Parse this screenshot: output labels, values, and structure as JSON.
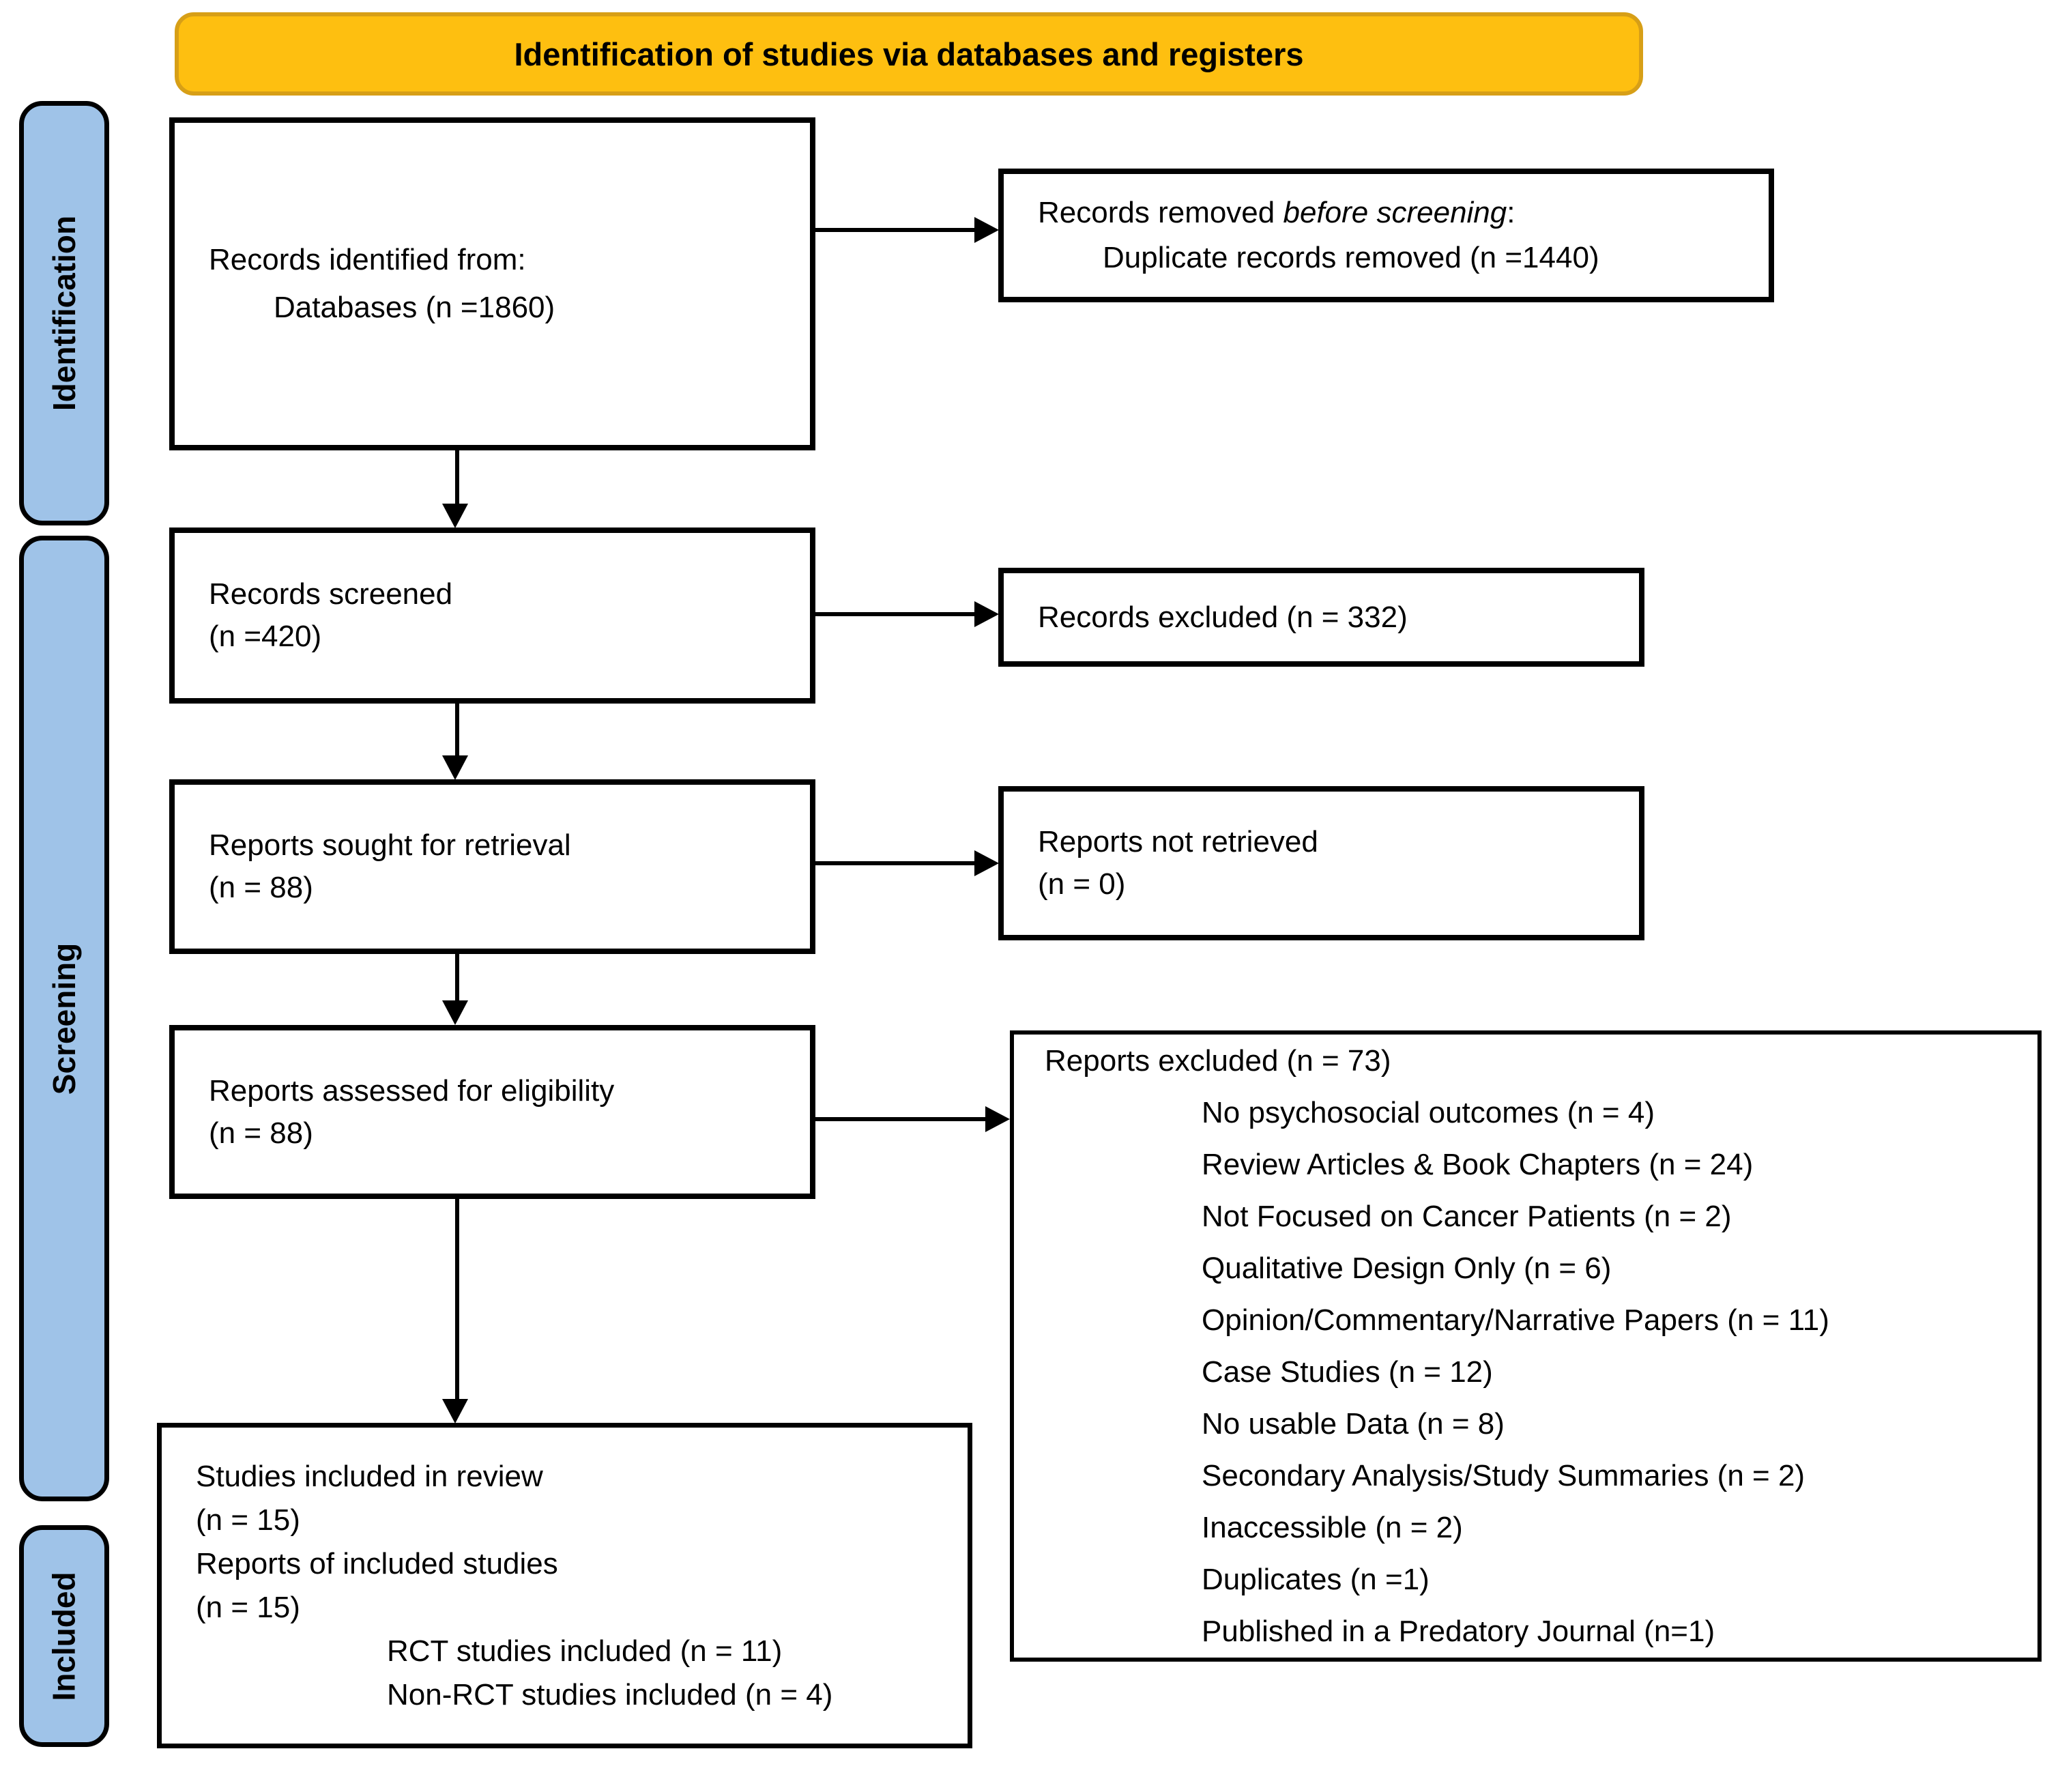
{
  "banner": {
    "title": "Identification of studies via databases and registers",
    "fill": "#FEBF10"
  },
  "side_labels": {
    "identification": "Identification",
    "screening": "Screening",
    "included": "Included",
    "fill": "#9FC3E8"
  },
  "boxes": {
    "records_identified": {
      "line1": "Records identified from:",
      "line2": "Databases (n =1860)"
    },
    "records_removed": {
      "line1_prefix": "Records removed ",
      "line1_italic": "before screening",
      "line1_suffix": ":",
      "line2": "Duplicate records removed (n =1440)"
    },
    "records_screened": {
      "line1": "Records screened",
      "line2": "(n =420)"
    },
    "records_excluded": {
      "line1": "Records excluded (n = 332)"
    },
    "reports_sought": {
      "line1": "Reports sought for retrieval",
      "line2": "(n = 88)"
    },
    "reports_not_retrieved": {
      "line1": "Reports not retrieved",
      "line2": "(n = 0)"
    },
    "reports_assessed": {
      "line1": "Reports assessed for eligibility",
      "line2": "(n = 88)"
    },
    "reports_excluded": {
      "heading": "Reports excluded (n = 73)",
      "reasons": [
        "No psychosocial outcomes (n = 4)",
        "Review Articles & Book Chapters (n = 24)",
        "Not Focused on Cancer Patients (n = 2)",
        "Qualitative Design Only (n = 6)",
        "Opinion/Commentary/Narrative Papers (n = 11)",
        "Case Studies (n = 12)",
        "No usable Data (n = 8)",
        "Secondary Analysis/Study Summaries (n = 2)",
        "Inaccessible (n = 2)",
        "Duplicates (n =1)",
        "Published in a Predatory Journal (n=1)"
      ]
    },
    "studies_included": {
      "line1": "Studies included in review",
      "line2": "(n = 15)",
      "line3": "Reports of included studies",
      "line4": "(n = 15)",
      "line5": "RCT studies included (n = 11)",
      "line6": "Non-RCT studies included (n = 4)"
    }
  }
}
